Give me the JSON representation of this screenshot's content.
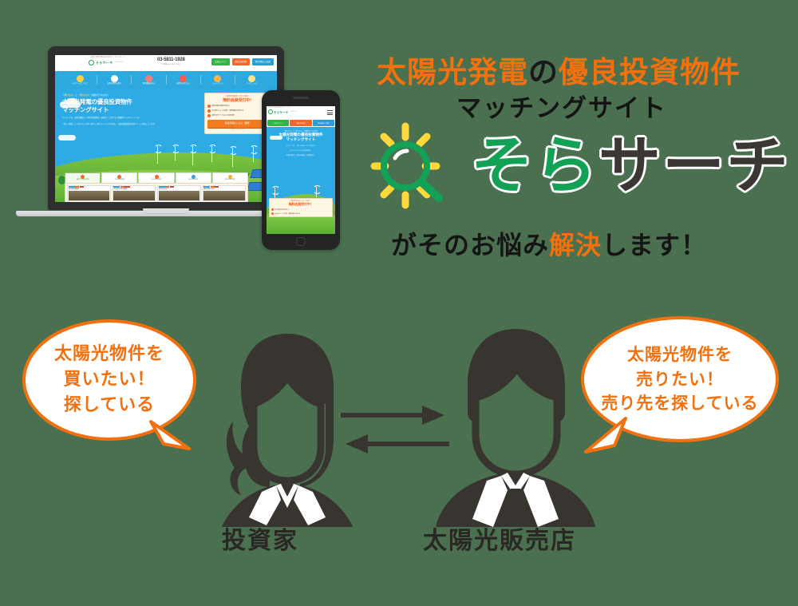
{
  "theme": {
    "background": "#4a7050",
    "orange": "#f2700d",
    "green": "#13a156",
    "dark": "#3b3735",
    "yellow": "#ffd83b",
    "white": "#ffffff"
  },
  "hero": {
    "headline_orange_1": "太陽光発電",
    "headline_black_1": "の",
    "headline_orange_2": "優良投資物件",
    "headline_line2": "マッチングサイト",
    "logo": {
      "icon": "sun-magnifier-icon",
      "text_green": "そら",
      "text_dark": "サーチ"
    },
    "tagline_before": "がそのお悩み",
    "tagline_accent": "解決",
    "tagline_after": "します！"
  },
  "devices": {
    "laptop": {
      "name": "laptop-mockup",
      "site": {
        "tagline": "太陽光発電の優良投資物件マッチングサイト",
        "logo_text": "そらサーチ",
        "logo_sub": "Sora Search",
        "tel_number": "03-5811-1928",
        "tel_sub": "受付時間 9:00〜18:00（平日）",
        "header_buttons": [
          {
            "label": "会員ログイン",
            "color": "green"
          },
          {
            "label": "無料会員登録",
            "color": "orange"
          },
          {
            "label": "物件掲載のご相談",
            "color": "blue"
          }
        ],
        "nav": [
          {
            "label": "そらサーチについて",
            "icon": "sun-icon",
            "color": "#f5b game"
          },
          {
            "label": "太陽光物件を探す",
            "icon": "search-icon"
          },
          {
            "label": "物件情報を売る",
            "icon": "handshake-icon"
          },
          {
            "label": "太陽光を売りたい",
            "icon": "doc-icon"
          },
          {
            "label": "メンテナンス",
            "icon": "tools-icon"
          },
          {
            "label": "そらニュース",
            "icon": "news-icon"
          }
        ],
        "hero_small_a": "「買いたい」",
        "hero_small_mid": "と",
        "hero_small_b": "「売りたい」",
        "hero_small_end": "が最短でつながる！",
        "hero_big_1": "太陽光発電の優良投資物件",
        "hero_big_2": "マッチングサイト",
        "hero_body_1": "そらサーチは、全国の優良な「太陽光発電物件」を厳選してご紹介する発電所ポータルサイトです。",
        "hero_body_2": "「欲しい物件」と「売りたい土地」の新しい形でマッチングを実現し、全国の優良物件を探すサイトへ進化しています。",
        "cta": {
          "sub": "最新物件情報をいち早くお届け！",
          "title": "無料会員受付中！",
          "items": [
            "物件情報の詳細が見れる",
            "未公開プレミアム物件、最新情報のお知らせ",
            "物件紹介サービスのご利用可能"
          ],
          "button": "会員登録はこちら（無料）",
          "link": "ログインはこちら >"
        },
        "tabs": [
          {
            "label": "全国売り太陽光物件",
            "active": true
          },
          {
            "label": "中古太陽光物件"
          },
          {
            "label": "中古太陽光物件"
          },
          {
            "label": "低圧太陽光物件"
          },
          {
            "label": "高圧太陽光物件"
          }
        ],
        "tab_more": "もっと太陽光発電所を見る >",
        "cards": [
          {
            "tags": [
              "全国売り",
              "低圧",
              "新着"
            ],
            "title": "鹿児島県霧島市"
          },
          {
            "tags": [
              "全国売り",
              "低圧",
              "売約済"
            ],
            "title": "埼玉県本庄市新里町"
          },
          {
            "tags": [
              "全国売り",
              "高圧",
              "新着"
            ],
            "title": "栃木県日光市"
          },
          {
            "tags": [
              "全国売り",
              "低圧",
              "新着"
            ],
            "title": "静岡県富士宮市"
          }
        ]
      }
    },
    "phone": {
      "name": "smartphone-mockup",
      "site": {
        "tagline": "太陽光発電の優良投資物件マッチングサイト",
        "logo_text": "そらサーチ",
        "logo_sub": "Sora Search",
        "buttons": [
          {
            "label": "会員ログイン",
            "color": "green"
          },
          {
            "label": "無料会員登録",
            "color": "orange"
          },
          {
            "label": "物件掲載のご相談",
            "color": "blue"
          }
        ],
        "hero_small": "「買いたい」と「売りたい」が最短でつながる！",
        "hero_big_1": "太陽光発電の優良投資物件",
        "hero_big_2": "マッチングサイト",
        "hero_body_1": "そらサーチは、「欲しい物件」をすぐ見える。",
        "hero_body_2": "日本一わかりやすい太陽光物件。",
        "hero_body_3": "全国の優良な「太陽光発電所」を厳選紹介。",
        "hero_body_4": "ご希望の物件がきっと見つかります。",
        "cta": {
          "sub": "最新物件情報をいち早くお届け！",
          "title": "無料会員受付中！",
          "items": [
            "物件情報の詳細が見れる",
            "未公開プレミアム物件、最新情報のお知らせ"
          ]
        }
      }
    }
  },
  "diagram": {
    "left_bubble": {
      "name": "buyer-speech-bubble",
      "text": "太陽光物件を\n買いたい！\n探している"
    },
    "right_bubble": {
      "name": "seller-speech-bubble",
      "text": "太陽光物件を\n売りたい！\n売り先を探している"
    },
    "left_figure": {
      "name": "investor-silhouette",
      "label": "投資家"
    },
    "right_figure": {
      "name": "dealer-silhouette",
      "label": "太陽光販売店"
    },
    "arrows": {
      "name": "bidirectional-arrows",
      "top_direction": "right",
      "bottom_direction": "left"
    }
  }
}
